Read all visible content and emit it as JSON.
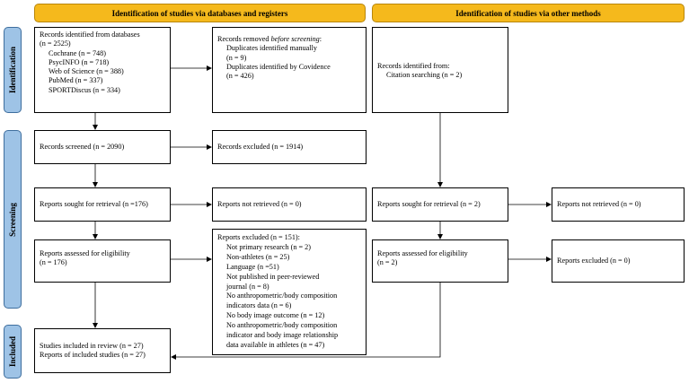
{
  "headers": {
    "db": "Identification of studies via databases and registers",
    "other": "Identification of studies via other methods"
  },
  "phases": {
    "identification": "Identification",
    "screening": "Screening",
    "included": "Included"
  },
  "db": {
    "records_identified": {
      "title": "Records identified from databases",
      "total": "(n = 2525)",
      "lines": [
        "Cochrane (n = 748)",
        "PsycINFO (n = 718)",
        "Web of Science (n = 388)",
        "PubMed (n = 337)",
        "SPORTDiscus (n = 334)"
      ]
    },
    "records_removed": {
      "prefix": "Records removed ",
      "emph": "before screening",
      "suffix": ":",
      "lines": [
        "Duplicates identified manually",
        "(n = 9)",
        "Duplicates identified by Covidence",
        "(n = 426)"
      ]
    },
    "records_screened": "Records screened (n = 2090)",
    "records_excluded": "Records excluded (n = 1914)",
    "reports_sought": "Reports sought for retrieval (n =176)",
    "reports_not_retrieved": "Reports not retrieved (n = 0)",
    "reports_assessed": [
      "Reports assessed for eligibility",
      "(n = 176)"
    ],
    "reports_excluded": {
      "title": "Reports excluded (n = 151):",
      "lines": [
        "Not primary research (n = 2)",
        "Non-athletes (n = 25)",
        "Language (n =51)",
        "Not published in peer-reviewed",
        "journal (n = 8)",
        "No anthropometric/body composition",
        "indicators data (n = 6)",
        "No body image outcome (n = 12)",
        "No anthropometric/body composition",
        "indicator and body image relationship",
        "data available in athletes (n = 47)"
      ]
    },
    "included": [
      "Studies included in review (n = 27)",
      "Reports of included studies (n = 27)"
    ]
  },
  "other": {
    "records_identified": [
      "Records identified from:",
      "Citation searching (n = 2)"
    ],
    "reports_sought": "Reports sought for retrieval (n = 2)",
    "reports_not_retrieved": "Reports not retrieved (n = 0)",
    "reports_assessed": [
      "Reports assessed for eligibility",
      "(n = 2)"
    ],
    "reports_excluded": "Reports excluded (n = 0)"
  }
}
